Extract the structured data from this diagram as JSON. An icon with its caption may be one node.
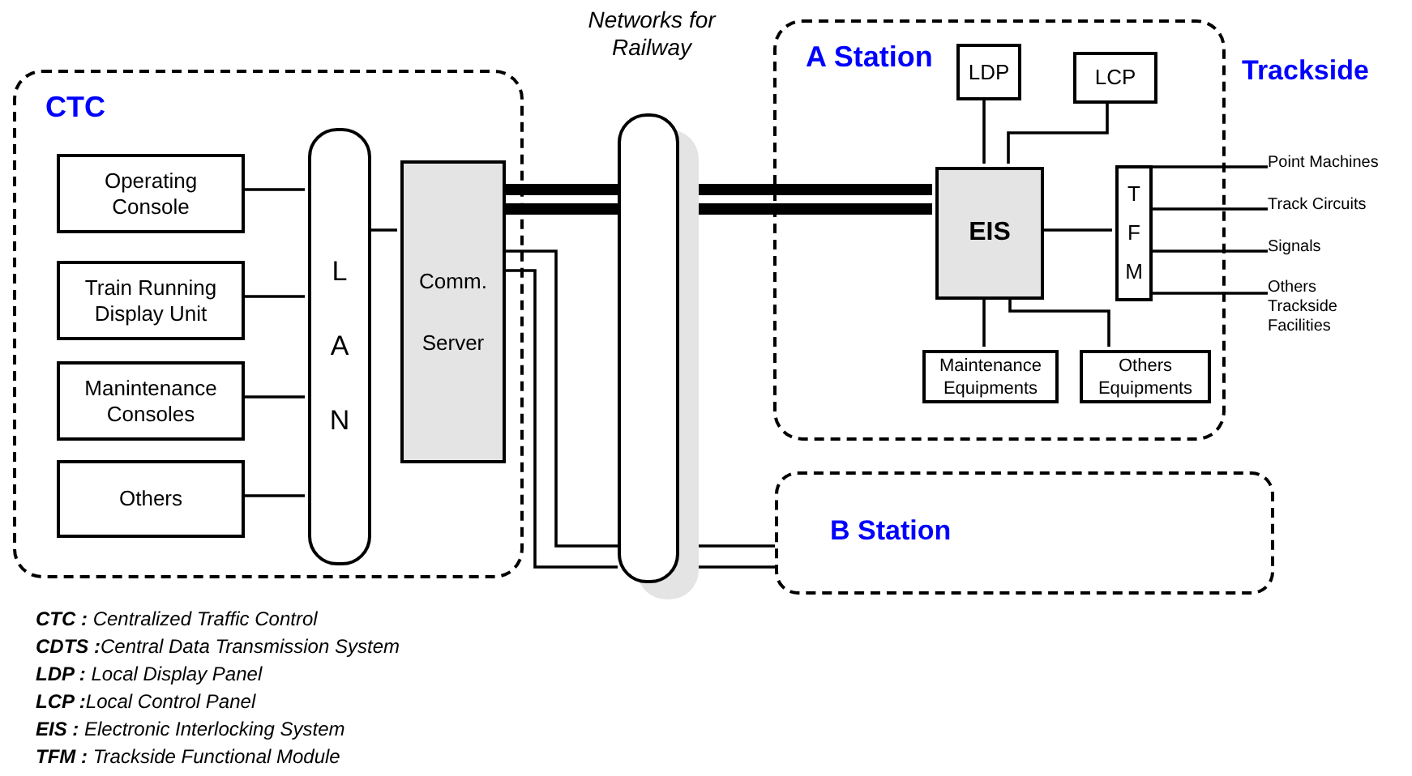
{
  "diagram": {
    "nodes": [
      {
        "text": [
          "CTC"
        ]
      },
      {
        "text": [
          "Operating Console"
        ],
        "in": 0
      },
      {
        "text": [
          "Train Running Display Unit"
        ],
        "in": 0
      },
      {
        "text": [
          "Manintenance Consoles"
        ],
        "in": 0
      },
      {
        "text": [
          "Others"
        ],
        "in": 0
      },
      {
        "text": [
          "L A N"
        ],
        "in": 0
      },
      {
        "text": [
          "Comm. Server"
        ],
        "in": 0
      },
      {
        "text": [
          "Networks for Railway"
        ]
      },
      {
        "text": [
          "A Station"
        ]
      },
      {
        "text": [
          "LDP"
        ],
        "in": 8
      },
      {
        "text": [
          "LCP"
        ],
        "in": 8
      },
      {
        "text": [
          "EIS"
        ],
        "in": 8
      },
      {
        "text": [
          "T F M"
        ],
        "in": 8
      },
      {
        "text": [
          "Maintenance Equipments"
        ],
        "in": 8
      },
      {
        "text": [
          "Others Equipments"
        ],
        "in": 8
      },
      {
        "text": [
          "Point Machines"
        ]
      },
      {
        "text": [
          "Track Circuits"
        ]
      },
      {
        "text": [
          "Signals"
        ]
      },
      {
        "text": [
          "Others Trackside Facilities"
        ]
      },
      {
        "text": [
          "B Station"
        ]
      }
    ],
    "edges": [
      {
        "from": 1,
        "to": 5,
        "arrow": "none"
      },
      {
        "from": 2,
        "to": 5,
        "arrow": "none"
      },
      {
        "from": 3,
        "to": 5,
        "arrow": "none"
      },
      {
        "from": 4,
        "to": 5,
        "arrow": "none"
      },
      {
        "from": 5,
        "to": 6,
        "arrow": "none"
      },
      {
        "from": 6,
        "to": 7,
        "arrow": "none",
        "style": "thick"
      },
      {
        "from": 6,
        "to": 7,
        "arrow": "none",
        "style": "thick"
      },
      {
        "from": 7,
        "to": 11,
        "arrow": "none",
        "style": "thick"
      },
      {
        "from": 7,
        "to": 11,
        "arrow": "none",
        "style": "thick"
      },
      {
        "from": 6,
        "to": 7,
        "arrow": "none"
      },
      {
        "from": 6,
        "to": 7,
        "arrow": "none"
      },
      {
        "from": 7,
        "to": 19,
        "arrow": "none"
      },
      {
        "from": 7,
        "to": 19,
        "arrow": "none"
      },
      {
        "from": 11,
        "to": 9,
        "arrow": "none"
      },
      {
        "from": 11,
        "to": 10,
        "arrow": "none"
      },
      {
        "from": 11,
        "to": 12,
        "arrow": "none"
      },
      {
        "from": 11,
        "to": 13,
        "arrow": "none"
      },
      {
        "from": 11,
        "to": 14,
        "arrow": "none"
      },
      {
        "from": 12,
        "to": 15,
        "arrow": "none"
      },
      {
        "from": 12,
        "to": 16,
        "arrow": "none"
      },
      {
        "from": 12,
        "to": 17,
        "arrow": "none"
      },
      {
        "from": 12,
        "to": 18,
        "arrow": "none"
      }
    ],
    "labels": [
      "Trackside",
      "**CTC :** Centralized Traffic Control",
      "**CDTS :**Central Data Transmission System",
      "**LDP :** Local Display Panel",
      "**LCP :**Local Control Panel",
      "**EIS :** Electronic Interlocking System",
      "**TFM :** Trackside Functional Module"
    ]
  }
}
